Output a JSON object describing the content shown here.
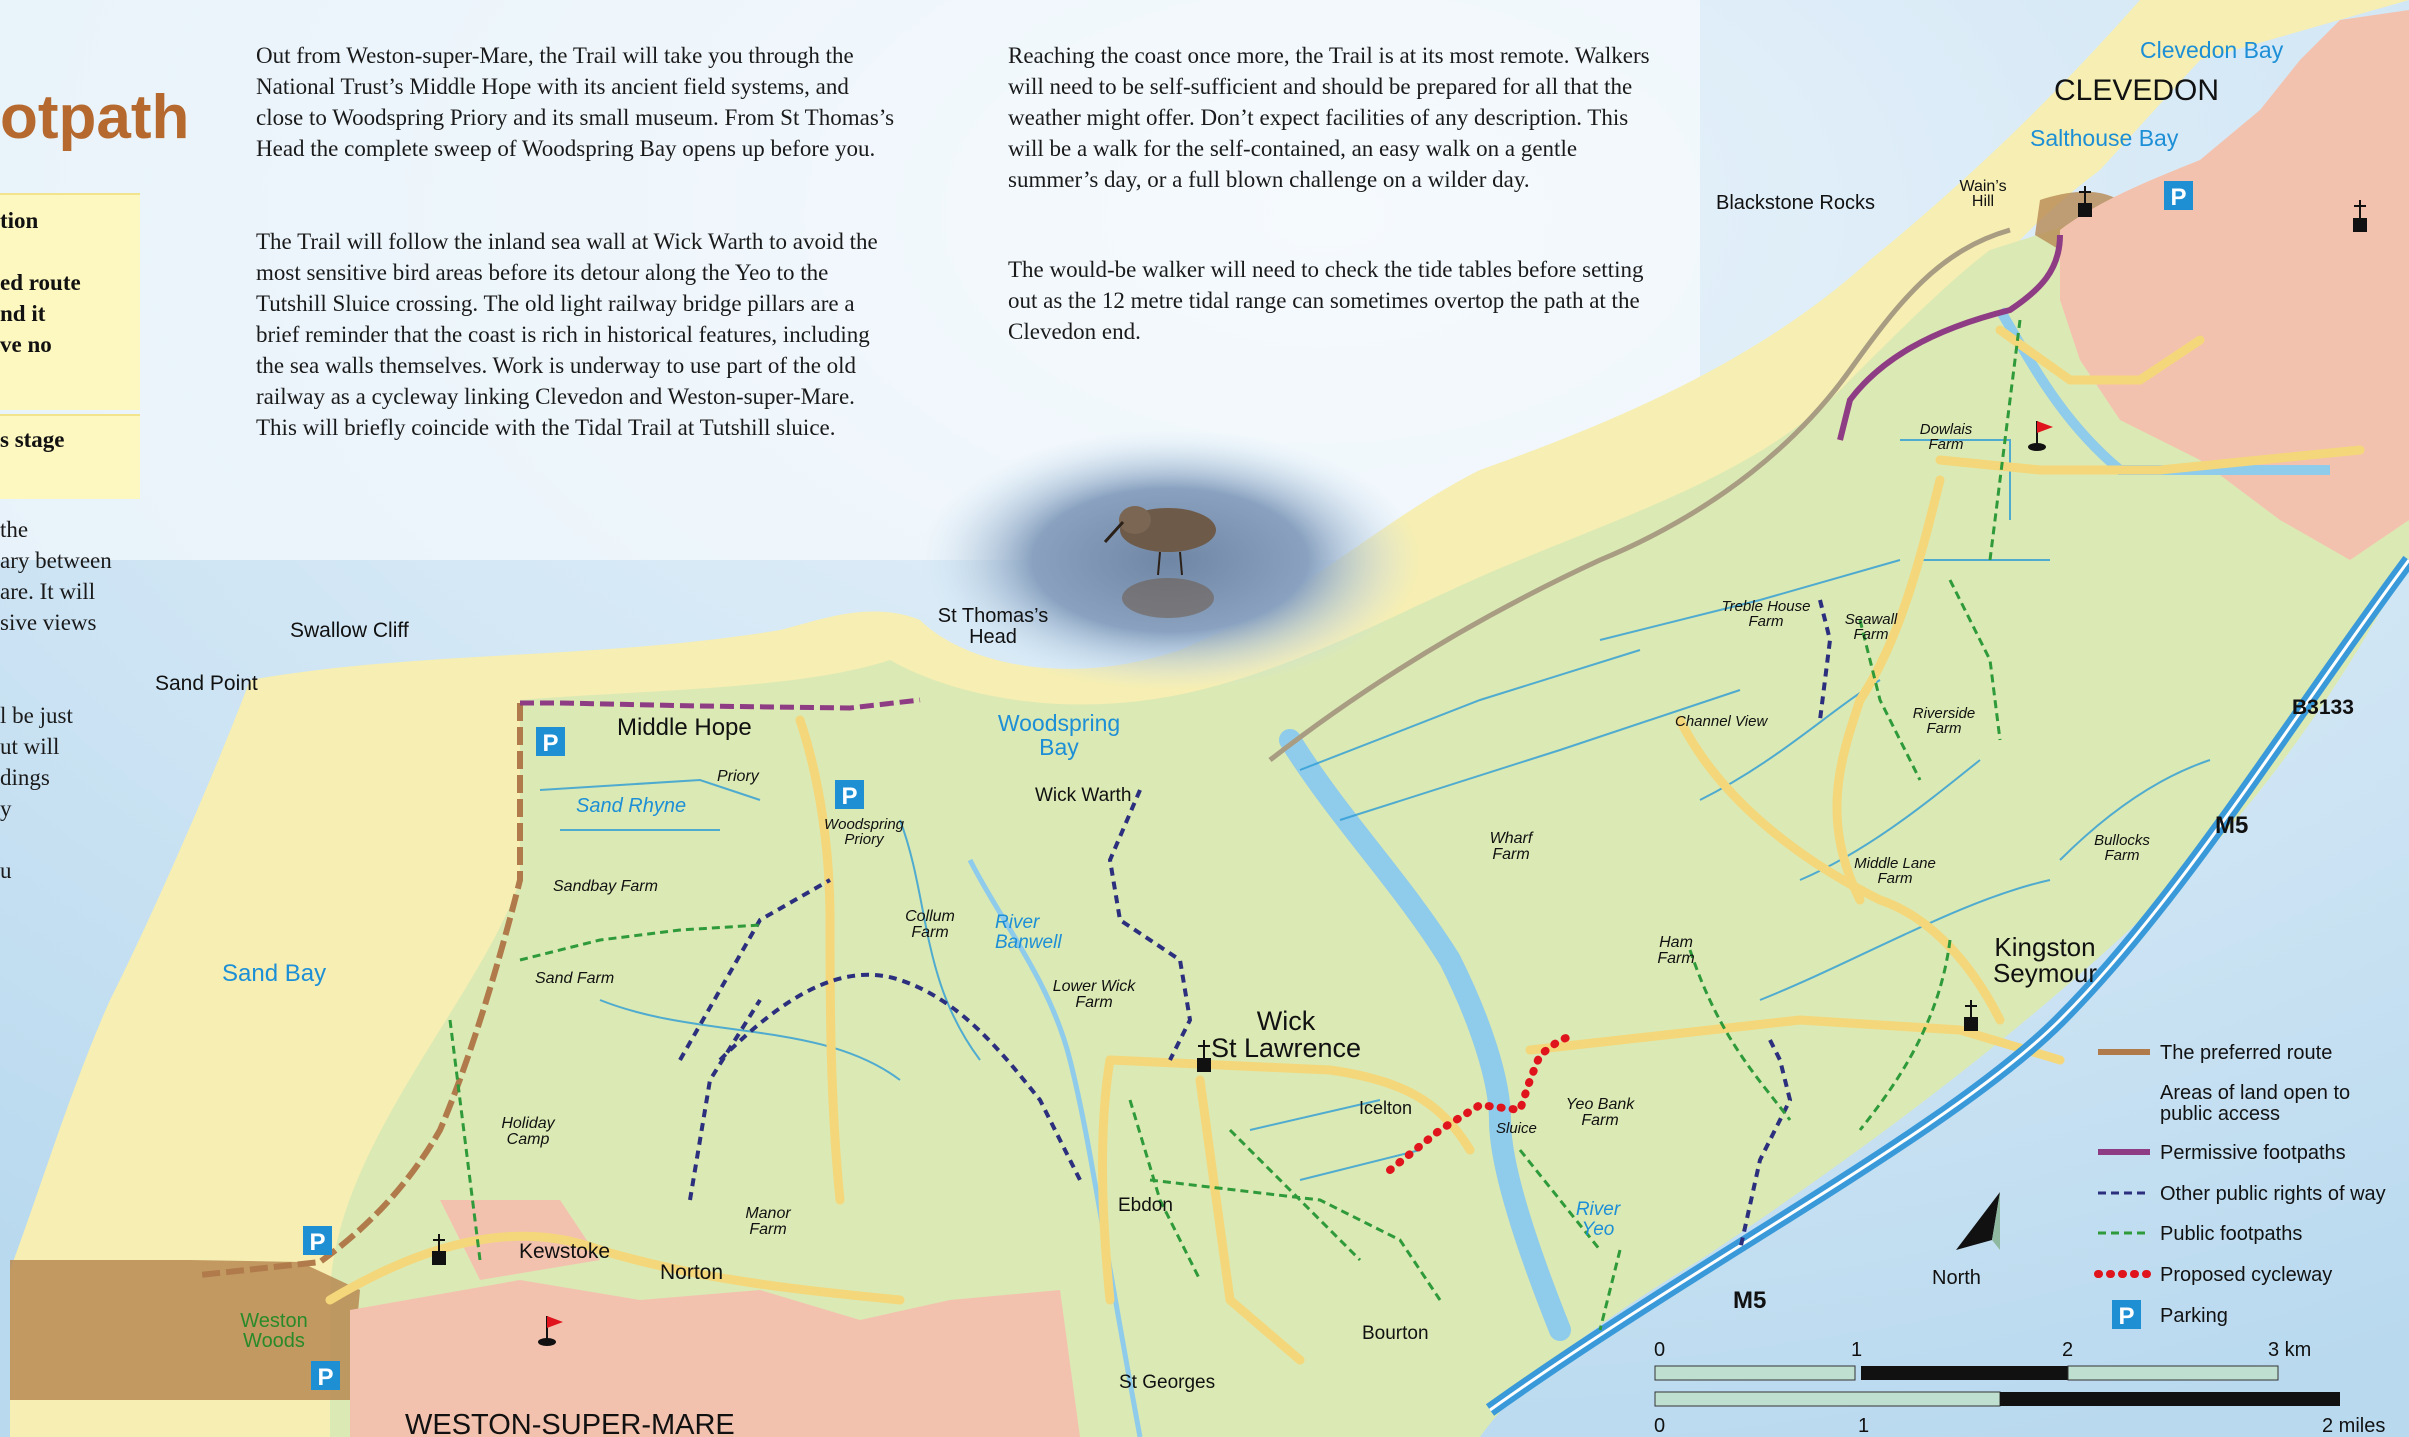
{
  "title_fragment": "otpath",
  "left_box_lines": [
    "tion",
    "",
    "ed route",
    "nd it",
    "ve no"
  ],
  "left_box2_lines": [
    "s stage"
  ],
  "left_para_lines": [
    "the",
    "ary between",
    "are. It will",
    "sive views",
    "",
    "",
    "l be just",
    "ut will",
    "dings",
    "y",
    "",
    "u"
  ],
  "paragraphs": [
    "Out from Weston-super-Mare, the Trail will take you through the National Trust’s Middle Hope with its ancient field systems, and close to Woodspring Priory and its small museum. From St Thomas’s Head the complete sweep of Woodspring Bay opens up before you.",
    "The Trail will follow the inland sea wall at Wick Warth to avoid the most sensitive bird areas before its detour along the Yeo to the Tutshill Sluice crossing. The old light railway bridge pillars are a brief reminder that the coast is rich in historical features, including the sea walls themselves. Work is underway to use part of the old railway as a cycleway linking Clevedon and Weston-super-Mare. This will briefly coincide with the Tidal Trail at Tutshill sluice.",
    "Reaching the coast once more, the Trail is at its most remote. Walkers will need to be self-sufficient and should be prepared for all that the weather might offer. Don’t expect facilities of any description. This will be a walk for the self-contained, an easy walk on a gentle summer’s day, or a full blown challenge on a wilder day.",
    "The would-be walker will need to check the tide tables before setting out as the 12 metre tidal range can sometimes overtop the path at the Clevedon end."
  ],
  "place_labels": {
    "clevedon": "CLEVEDON",
    "clevedon_bay": "Clevedon Bay",
    "salthouse_bay": "Salthouse Bay",
    "blackstone_rocks": "Blackstone Rocks",
    "wains_hill": [
      "Wain’s",
      "Hill"
    ],
    "swallow_cliff": "Swallow Cliff",
    "sand_point": "Sand Point",
    "st_thomas_head": [
      "St Thomas’s",
      "Head"
    ],
    "woodspring_bay": [
      "Woodspring",
      "Bay"
    ],
    "middle_hope": "Middle Hope",
    "priory": "Priory",
    "sand_rhyne": "Sand Rhyne",
    "woodspring_priory": [
      "Woodspring",
      "Priory"
    ],
    "wick_warth": "Wick Warth",
    "sandbay_farm": "Sandbay Farm",
    "sand_farm": "Sand Farm",
    "sand_bay": "Sand Bay",
    "collum_farm": [
      "Collum",
      "Farm"
    ],
    "river_banwell": [
      "River",
      "Banwell"
    ],
    "lower_wick_farm": [
      "Lower Wick",
      "Farm"
    ],
    "wick_st_lawrence": [
      "Wick",
      "St Lawrence"
    ],
    "icelton": "Icelton",
    "sluice": "Sluice",
    "yeo_bank_farm": [
      "Yeo Bank",
      "Farm"
    ],
    "river_yeo": [
      "River",
      "Yeo"
    ],
    "holiday_camp": [
      "Holiday",
      "Camp"
    ],
    "manor_farm": [
      "Manor",
      "Farm"
    ],
    "kewstoke": "Kewstoke",
    "norton": "Norton",
    "ebdon": "Ebdon",
    "weston_woods": [
      "Weston",
      "Woods"
    ],
    "st_georges": "St Georges",
    "bourton": "Bourton",
    "weston_super_mare": "WESTON-SUPER-MARE",
    "wharf_farm": [
      "Wharf",
      "Farm"
    ],
    "ham_farm": [
      "Ham",
      "Farm"
    ],
    "channel_view": "Channel View",
    "treble_house_farm": [
      "Treble House",
      "Farm"
    ],
    "seawall_farm": [
      "Seawall",
      "Farm"
    ],
    "riverside_farm": [
      "Riverside",
      "Farm"
    ],
    "dowlais_farm": [
      "Dowlais",
      "Farm"
    ],
    "middle_lane_farm": [
      "Middle Lane",
      "Farm"
    ],
    "bullocks_farm": [
      "Bullocks",
      "Farm"
    ],
    "kingston_seymour": [
      "Kingston",
      "Seymour"
    ],
    "b3133": "B3133",
    "m5_upper": "M5",
    "m5_lower": "M5",
    "north": "North"
  },
  "parking_symbol": "P",
  "legend": [
    {
      "label": "The preferred route",
      "swatch": "line",
      "color": "#b07a4a"
    },
    {
      "label": "Areas of land open to public access",
      "swatch": "none",
      "color": ""
    },
    {
      "label": "Permissive footpaths",
      "swatch": "line",
      "color": "#8e3d84"
    },
    {
      "label": "Other public rights of way",
      "swatch": "dash",
      "color": "#2b2f7d"
    },
    {
      "label": "Public footpaths",
      "swatch": "dash",
      "color": "#2f9a3a"
    },
    {
      "label": "Proposed cycleway",
      "swatch": "dots",
      "color": "#e0141c"
    },
    {
      "label": "Parking",
      "swatch": "parking",
      "color": "#1f8fd4"
    }
  ],
  "legend_area_lines": [
    "Areas of land open to",
    "public access"
  ],
  "scale_km": {
    "ticks": [
      "0",
      "1",
      "2",
      "3 km"
    ]
  },
  "scale_miles": {
    "ticks": [
      "0",
      "1",
      "2 miles"
    ]
  },
  "colors": {
    "sea": "#cfe6f5",
    "sand": "#f6eeb2",
    "land": "#dbe9b4",
    "road": "#f4d77a",
    "urban": "#f3c2ae",
    "river": "#8fcbea",
    "motorway": "#3a9ad9",
    "open_access": "#b88a52",
    "title": "#b5692e"
  }
}
